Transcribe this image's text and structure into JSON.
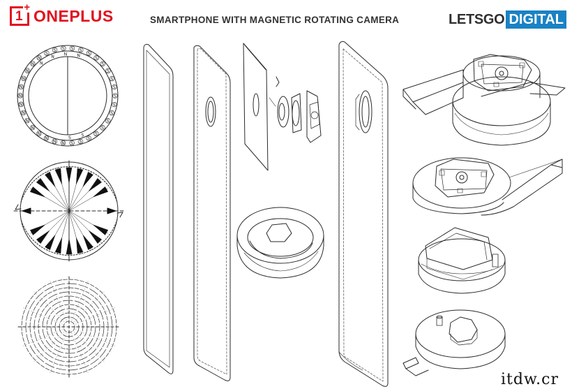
{
  "header": {
    "brand_left": "ONEPLUS",
    "brand_left_glyph": "1",
    "title": "SMARTPHONE WITH MAGNETIC ROTATING CAMERA",
    "brand_right_a": "LETSGO",
    "brand_right_b": "DIGITAL"
  },
  "magnet_ring": {
    "outer": [
      "S",
      "S",
      "S",
      "S",
      "S",
      "S",
      "S",
      "S",
      "S",
      "S",
      "S",
      "S",
      "S",
      "S",
      "S",
      "S",
      "S",
      "S",
      "N",
      "N",
      "N",
      "N",
      "N",
      "N",
      "N",
      "N",
      "N",
      "N",
      "N",
      "N",
      "N",
      "N",
      "S",
      "S"
    ],
    "inner": [
      "N",
      "N",
      "",
      "",
      "",
      "",
      "",
      "",
      "",
      "S",
      "S",
      "",
      "",
      "",
      "",
      "",
      "",
      "",
      "N",
      "N"
    ]
  },
  "watermark": "itdw.cr",
  "colors": {
    "oneplus_red": "#e1121f",
    "digital_blue": "#1a82c4",
    "ink": "#2a2a2a"
  }
}
